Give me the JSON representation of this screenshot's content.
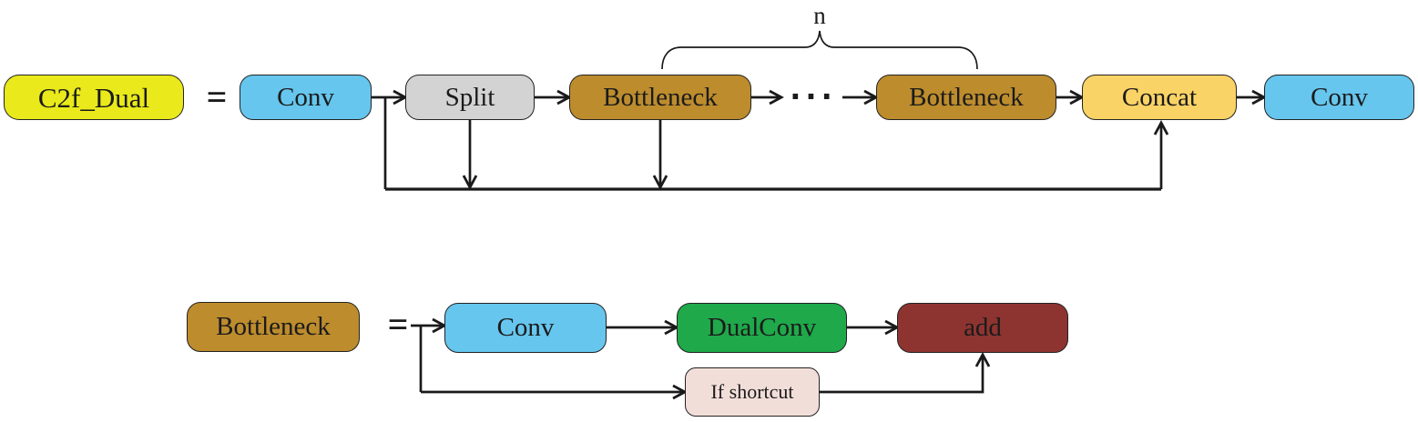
{
  "colors": {
    "c2f_dual": "#e9e91b",
    "conv": "#66c6ee",
    "split": "#d3d3d3",
    "bottleneck": "#bd8c2d",
    "concat": "#fad366",
    "dualconv": "#1fa94a",
    "add": "#8e3430",
    "if_shortcut": "#f2ded9",
    "line": "#1a1a1a"
  },
  "top_row": {
    "module_label": "C2f_Dual",
    "equals": "=",
    "conv_in": "Conv",
    "split": "Split",
    "bottleneck_first": "Bottleneck",
    "dots": "···",
    "bottleneck_last": "Bottleneck",
    "concat": "Concat",
    "conv_out": "Conv",
    "repeat_label": "n"
  },
  "bottom_row": {
    "module_label": "Bottleneck",
    "equals": "=",
    "conv": "Conv",
    "dualconv": "DualConv",
    "add": "add",
    "if_shortcut": "If shortcut"
  }
}
